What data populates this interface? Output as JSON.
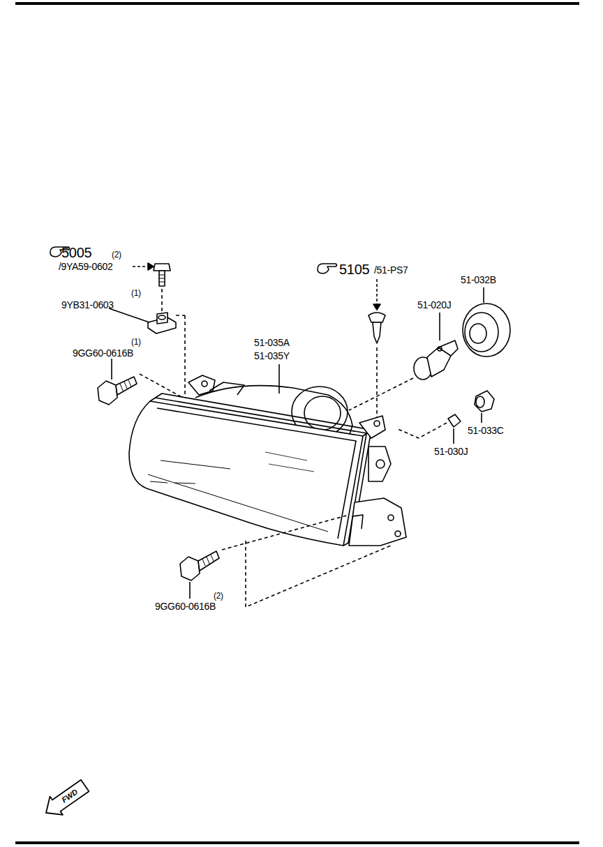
{
  "diagram": {
    "labels": [
      "5005",
      "(2)",
      "/9YA59-0602",
      "(1)",
      "9YB31-0603",
      "(1)",
      "9GG60-0616B",
      "5105",
      "/51-PS7",
      "51-032B",
      "51-020J",
      "51-035A",
      "51-035Y",
      "51-033C",
      "51-030J",
      "(2)",
      "9GG60-0616B",
      "FWD"
    ]
  }
}
